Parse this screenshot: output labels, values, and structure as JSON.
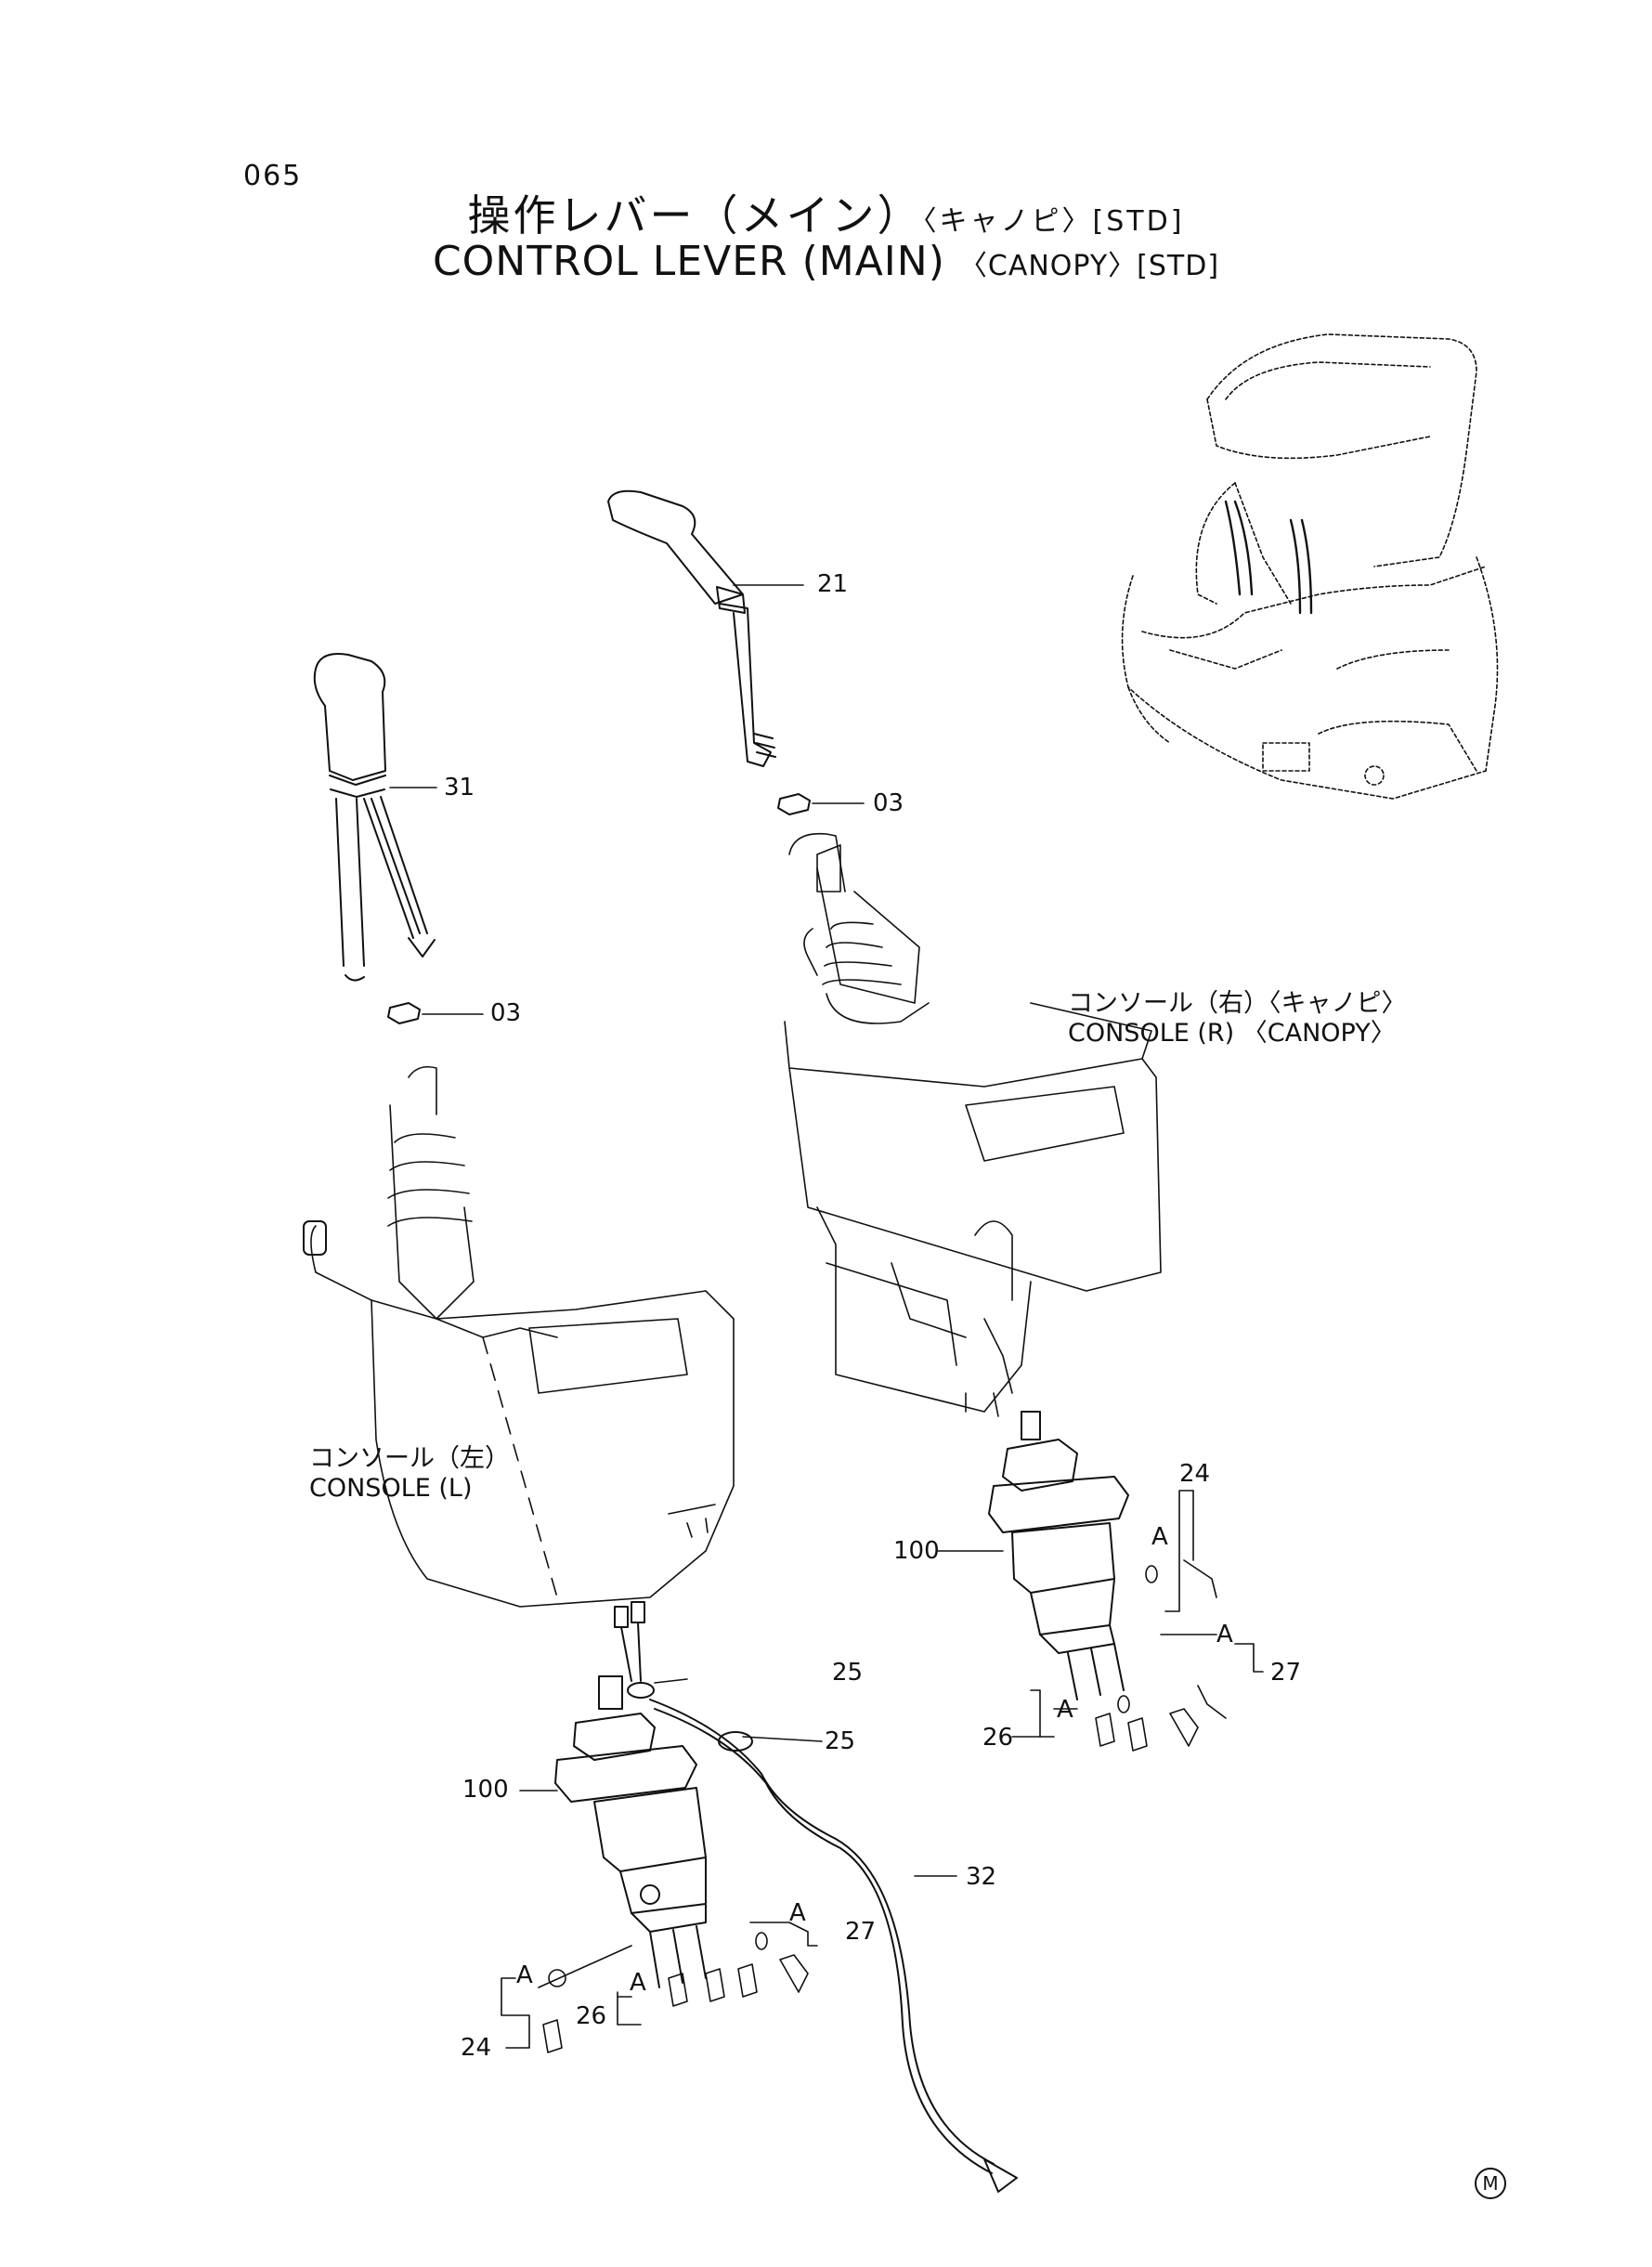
{
  "page_number": "065",
  "title_jp": "操作レバー（メイン）",
  "title_jp_suffix": "〈キャノピ〉[STD]",
  "title_en": "CONTROL LEVER (MAIN)",
  "title_en_suffix": "〈CANOPY〉[STD]",
  "console_right": {
    "jp": "コンソール（右）〈キャノピ〉",
    "en": "CONSOLE (R) 〈CANOPY〉"
  },
  "console_left": {
    "jp": "コンソール（左）",
    "en": "CONSOLE (L)"
  },
  "callouts": {
    "c21": "21",
    "c31": "31",
    "c03a": "03",
    "c03b": "03",
    "c24r": "24",
    "c100r": "100",
    "c27r": "27",
    "c26r": "26",
    "c25a": "25",
    "c25b": "25",
    "c100l": "100",
    "c32": "32",
    "c27l": "27",
    "c26l": "26",
    "c24l": "24"
  },
  "detail_marks": {
    "a1": "A",
    "a2": "A",
    "a3": "A",
    "a4": "A",
    "a5": "A",
    "a6": "A"
  },
  "corner_mark": "M"
}
